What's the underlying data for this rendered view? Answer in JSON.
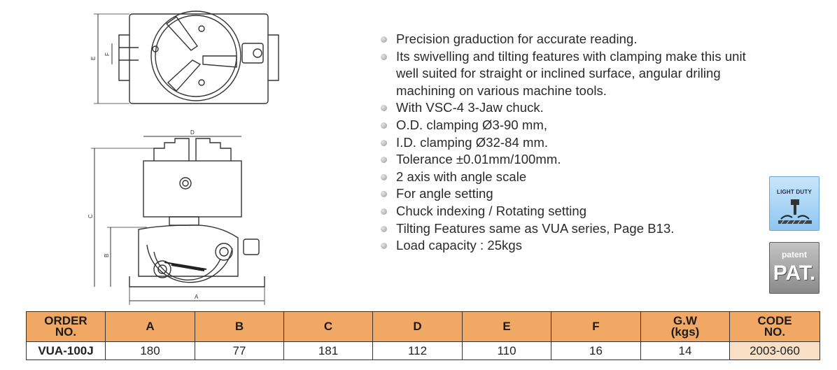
{
  "features": [
    "Precision graduction for accurate reading.",
    "Its swivelling and tilting features with clamping make this unit well suited for straight or inclined surface, angular driling machining on various machine tools.",
    "With VSC-4 3-Jaw chuck.",
    "O.D. clamping Ø3-90 mm,",
    "I.D. clamping Ø32-84 mm.",
    "Tolerance ±0.01mm/100mm.",
    "2 axis with angle scale",
    "For angle setting",
    "Chuck indexing / Rotating setting",
    "Tilting Features same as VUA series, Page B13.",
    "Load capacity : 25kgs"
  ],
  "drawing_labels": {
    "top_e": "E",
    "top_f": "F",
    "front_d": "D",
    "front_c": "C",
    "front_b": "B",
    "front_a": "A"
  },
  "badges": {
    "light_duty": "LIGHT DUTY",
    "patent_small": "patent",
    "patent_big": "PAT."
  },
  "table": {
    "headers": [
      [
        "ORDER",
        "NO."
      ],
      [
        "A"
      ],
      [
        "B"
      ],
      [
        "C"
      ],
      [
        "D"
      ],
      [
        "E"
      ],
      [
        "F"
      ],
      [
        "G.W",
        "(kgs)"
      ],
      [
        "CODE",
        "NO."
      ]
    ],
    "rows": [
      [
        "VUA-100J",
        "180",
        "77",
        "181",
        "112",
        "110",
        "16",
        "14",
        "2003-060"
      ]
    ]
  },
  "colors": {
    "header_bg": "#f1a865",
    "code_bg": "#f8dfc6"
  }
}
